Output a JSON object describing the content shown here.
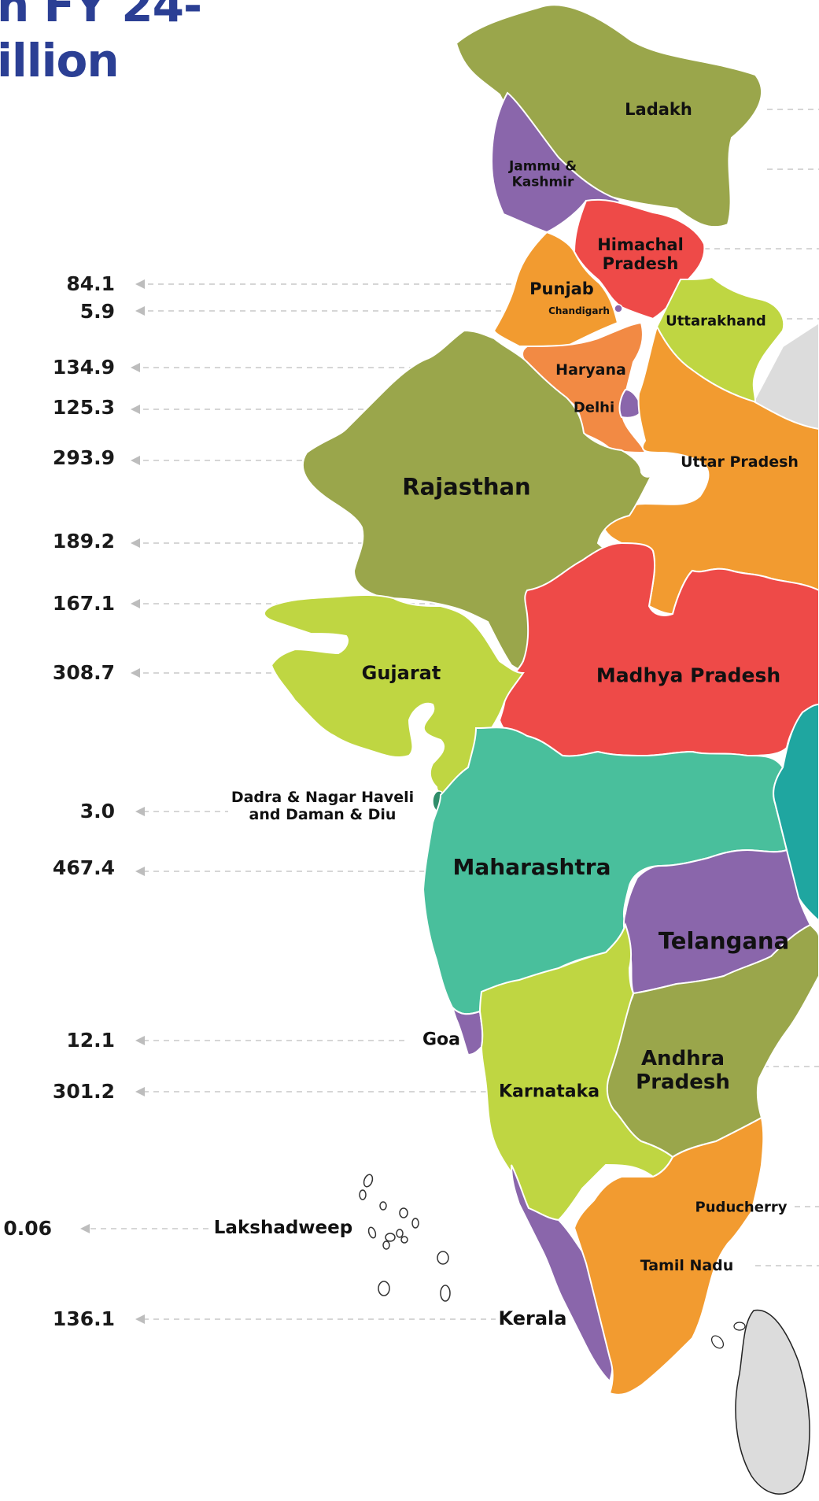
{
  "title": {
    "line1": "n FY 24-",
    "line2": "illion"
  },
  "colors": {
    "olive": "#9aa64b",
    "purple": "#8a66ab",
    "red": "#ee4a48",
    "orange": "#f29b30",
    "lightorange": "#f28a44",
    "lime": "#bfd642",
    "teal": "#49bf9c",
    "darkteal": "#1fa6a0",
    "grey": "#dcdcdc",
    "darkgreen": "#2f8d6a"
  },
  "states": [
    {
      "name": "Ladakh",
      "value": ""
    },
    {
      "name": "Jammu & Kashmir",
      "value": ""
    },
    {
      "name": "Himachal Pradesh",
      "value": ""
    },
    {
      "name": "Punjab",
      "value": "84.1"
    },
    {
      "name": "Chandigarh",
      "value": "5.9"
    },
    {
      "name": "Uttarakhand",
      "value": ""
    },
    {
      "name": "Haryana",
      "value": "134.9"
    },
    {
      "name": "Delhi",
      "value": "125.3"
    },
    {
      "name": "Uttar Pradesh",
      "value": ""
    },
    {
      "name": "Rajasthan",
      "value": "293.9"
    },
    {
      "name": "Madhya Pradesh",
      "value": ""
    },
    {
      "name": "Gujarat",
      "value": "308.7"
    },
    {
      "name": "Dadra & Nagar Haveli and Daman & Diu",
      "value": "3.0"
    },
    {
      "name": "Maharashtra",
      "value": "467.4"
    },
    {
      "name": "Telangana",
      "value": ""
    },
    {
      "name": "Goa",
      "value": "12.1"
    },
    {
      "name": "Andhra Pradesh",
      "value": ""
    },
    {
      "name": "Karnataka",
      "value": "301.2"
    },
    {
      "name": "Puducherry",
      "value": ""
    },
    {
      "name": "Lakshadweep",
      "value": "0.06"
    },
    {
      "name": "Tamil Nadu",
      "value": ""
    },
    {
      "name": "Kerala",
      "value": "136.1"
    }
  ],
  "unlinked_values": [
    "189.2",
    "167.1"
  ],
  "labels": {
    "ladakh": "Ladakh",
    "jk_line1": "Jammu &",
    "jk_line2": "Kashmir",
    "hp_line1": "Himachal",
    "hp_line2": "Pradesh",
    "punjab": "Punjab",
    "chandigarh": "Chandigarh",
    "uttarakhand": "Uttarakhand",
    "haryana": "Haryana",
    "delhi": "Delhi",
    "up": "Uttar Pradesh",
    "rajasthan": "Rajasthan",
    "mp": "Madhya Pradesh",
    "gujarat": "Gujarat",
    "dnh_line1": "Dadra & Nagar Haveli",
    "dnh_line2": "and Daman & Diu",
    "maharashtra": "Maharashtra",
    "telangana": "Telangana",
    "goa": "Goa",
    "ap_line1": "Andhra",
    "ap_line2": "Pradesh",
    "karnataka": "Karnataka",
    "puducherry": "Puducherry",
    "lakshadweep": "Lakshadweep",
    "tamilnadu": "Tamil Nadu",
    "kerala": "Kerala"
  },
  "values": {
    "punjab": "84.1",
    "chandigarh": "5.9",
    "haryana": "134.9",
    "delhi": "125.3",
    "rajasthan": "293.9",
    "row_189": "189.2",
    "row_167": "167.1",
    "gujarat": "308.7",
    "dnh": "3.0",
    "maharashtra": "467.4",
    "goa": "12.1",
    "karnataka": "301.2",
    "lakshadweep": "0.06",
    "kerala": "136.1"
  }
}
